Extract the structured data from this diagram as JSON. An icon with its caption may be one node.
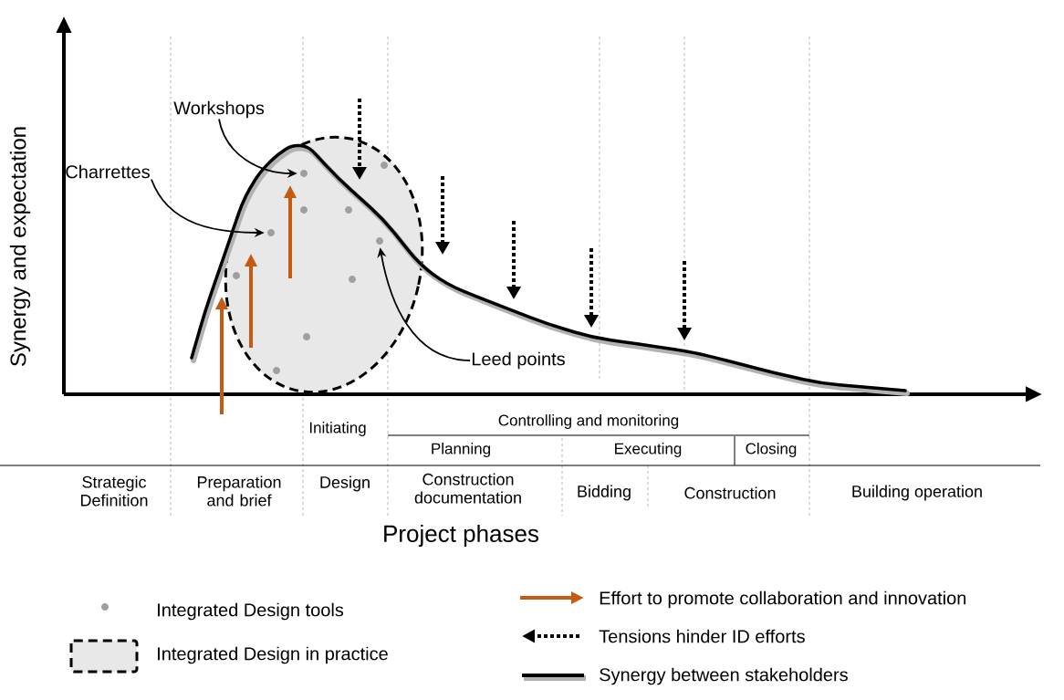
{
  "diagram": {
    "nodes": [
      {
        "text": [
          "Workshops"
        ]
      },
      {
        "text": [
          "Charrettes"
        ]
      },
      {
        "text": [
          "Leed points"
        ]
      },
      {
        "text": [],
        "shape": "ellipse"
      },
      {
        "text": [],
        "shape": "circle",
        "in": 3
      },
      {
        "text": [],
        "shape": "circle",
        "in": 3
      },
      {
        "text": [],
        "shape": "circle",
        "in": 3
      }
    ],
    "edges": [
      {
        "from": 0,
        "to": 4,
        "arrow": "to"
      },
      {
        "from": 1,
        "to": 5,
        "arrow": "to"
      },
      {
        "from": 2,
        "to": 6,
        "arrow": "to"
      }
    ],
    "labels": [
      "Synergy and expectation",
      "Initiating",
      "Controlling and monitoring",
      "Planning",
      "Executing",
      "Closing",
      "Strategic Definition",
      "Preparation and brief",
      "Design",
      "Construction documentation",
      "Bidding",
      "Construction",
      "Building operation",
      "Project phases"
    ],
    "legend": [
      {
        "text": "Integrated Design tools"
      },
      {
        "text": "Integrated Design in practice"
      },
      {
        "text": "Effort to promote collaboration and innovation"
      },
      {
        "text": "Tensions hinder ID efforts"
      },
      {
        "text": "Synergy between stakeholders"
      }
    ]
  }
}
